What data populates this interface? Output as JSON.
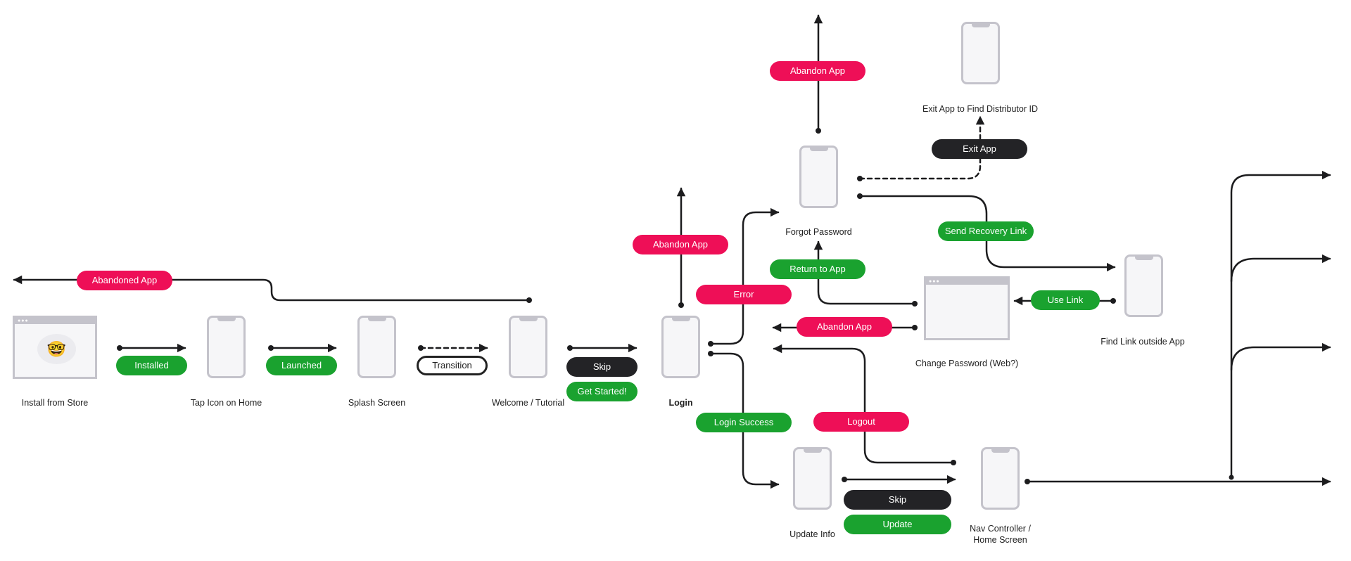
{
  "colors": {
    "abandon": "#ee0f57",
    "success": "#1aa22f",
    "neutral": "#232326",
    "line": "#1c1c1e",
    "device": "#c4c3cb"
  },
  "screens": {
    "install": "Install from Store",
    "install_icon": "nerd-face-emoji",
    "tap_icon": "Tap Icon on Home",
    "splash": "Splash Screen",
    "welcome": "Welcome / Tutorial",
    "login": "Login",
    "forgot_password": "Forgot Password",
    "exit_find_id": "Exit App to Find Distributor ID",
    "change_password": "Change Password (Web?)",
    "find_link": "Find Link outside App",
    "update_info": "Update Info",
    "nav_controller": "Nav Controller /\nHome Screen"
  },
  "transitions": {
    "abandoned_app": "Abandoned App",
    "installed": "Installed",
    "launched": "Launched",
    "transition": "Transition",
    "skip_welcome": "Skip",
    "get_started": "Get Started!",
    "abandon_app_login": "Abandon App",
    "error": "Error",
    "login_success": "Login Success",
    "abandon_app_forgot": "Abandon App",
    "exit_app": "Exit App",
    "send_recovery_link": "Send Recovery Link",
    "return_to_app": "Return to App",
    "abandon_app_change": "Abandon App",
    "use_link": "Use Link",
    "logout": "Logout",
    "skip_update": "Skip",
    "update": "Update"
  }
}
